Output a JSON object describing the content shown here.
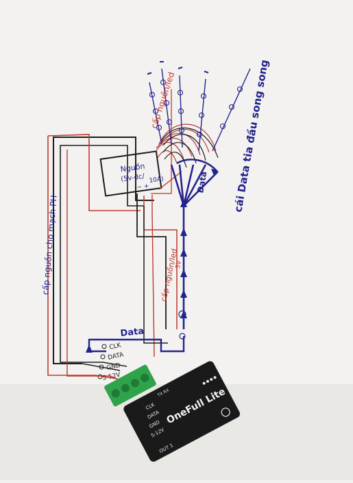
{
  "labels": {
    "nguon_box_line1": "Nguồn",
    "nguon_box_line2": "(5v-dc/",
    "nguon_box_line3": "10A)",
    "nguon_box_sign": "− +",
    "cap_nguon_led": "cấp nguồn/led",
    "cap_nguon_cho_mach": "cấp nguồn cho mạch PH",
    "cai_data": "cái Data tia đầu song song",
    "data_vertical": "Data",
    "data_bottom": "Data",
    "cap_nguon_led_lower": "cấp nguồn/led",
    "tick_text": "5V",
    "pin_clk": "CLK",
    "pin_data": "DATA",
    "pin_gnd": "GND",
    "pin_power": "5-12V"
  },
  "device": {
    "brand": "OneFull Lite",
    "pin_clk": "CLK",
    "pin_data": "DATA",
    "pin_gnd": "GND",
    "pin_power": "5-12V",
    "port_out_1": "OUT 1",
    "top_label": "TX RX"
  },
  "colors": {
    "paper": "#f3f2f0",
    "red_wire": "#c0392b",
    "black_wire": "#1c1c1c",
    "blue_ink": "#23238c",
    "device_body": "#1a1a1a",
    "terminal_green": "#2ea34a"
  }
}
